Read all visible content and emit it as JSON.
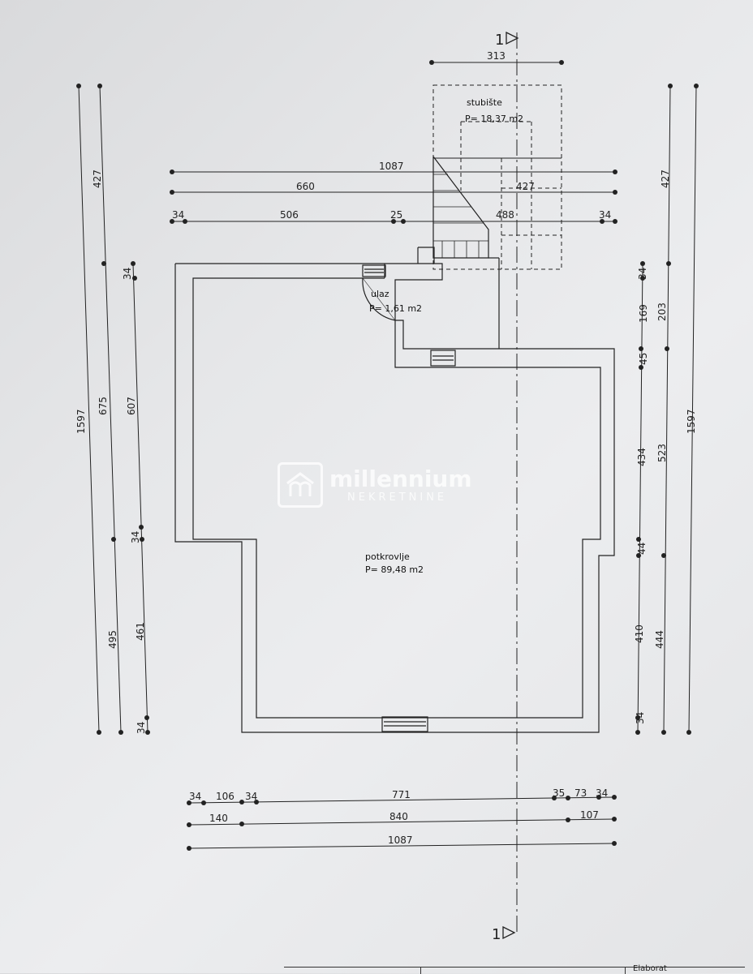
{
  "section_marker": "1",
  "stair": {
    "name": "stubište",
    "area": "P= 18,37 m2"
  },
  "entry": {
    "name": "ulaz",
    "area": "P= 1,61 m2"
  },
  "attic": {
    "name": "potkrovlje",
    "area": "P= 89,48 m2"
  },
  "dimensions": {
    "top_313": "313",
    "top_1087": "1087",
    "top_660": "660",
    "top_427": "427",
    "top_34a": "34",
    "top_506": "506",
    "top_25": "25",
    "top_488": "488",
    "top_34b": "34",
    "left_1597": "1597",
    "left_427": "427",
    "left_675": "675",
    "left_495": "495",
    "left_607": "607",
    "left_461": "461",
    "left_34a": "34",
    "left_34b": "34",
    "left_34c": "34",
    "right_427": "427",
    "right_1597": "1597",
    "right_203": "203",
    "right_523": "523",
    "right_444": "444",
    "right_34a": "34",
    "right_169": "169",
    "right_45": "45",
    "right_434": "434",
    "right_44": "44",
    "right_410": "410",
    "right_34b": "34",
    "bot_34a": "34",
    "bot_106": "106",
    "bot_34b": "34",
    "bot_771": "771",
    "bot_35": "35",
    "bot_73": "73",
    "bot_34c": "34",
    "bot_140": "140",
    "bot_840": "840",
    "bot_107": "107",
    "bot_1087": "1087"
  },
  "watermark": {
    "name": "millennium",
    "sub": "NEKRETNINE"
  },
  "title_block": {
    "label": "Elaborat"
  }
}
